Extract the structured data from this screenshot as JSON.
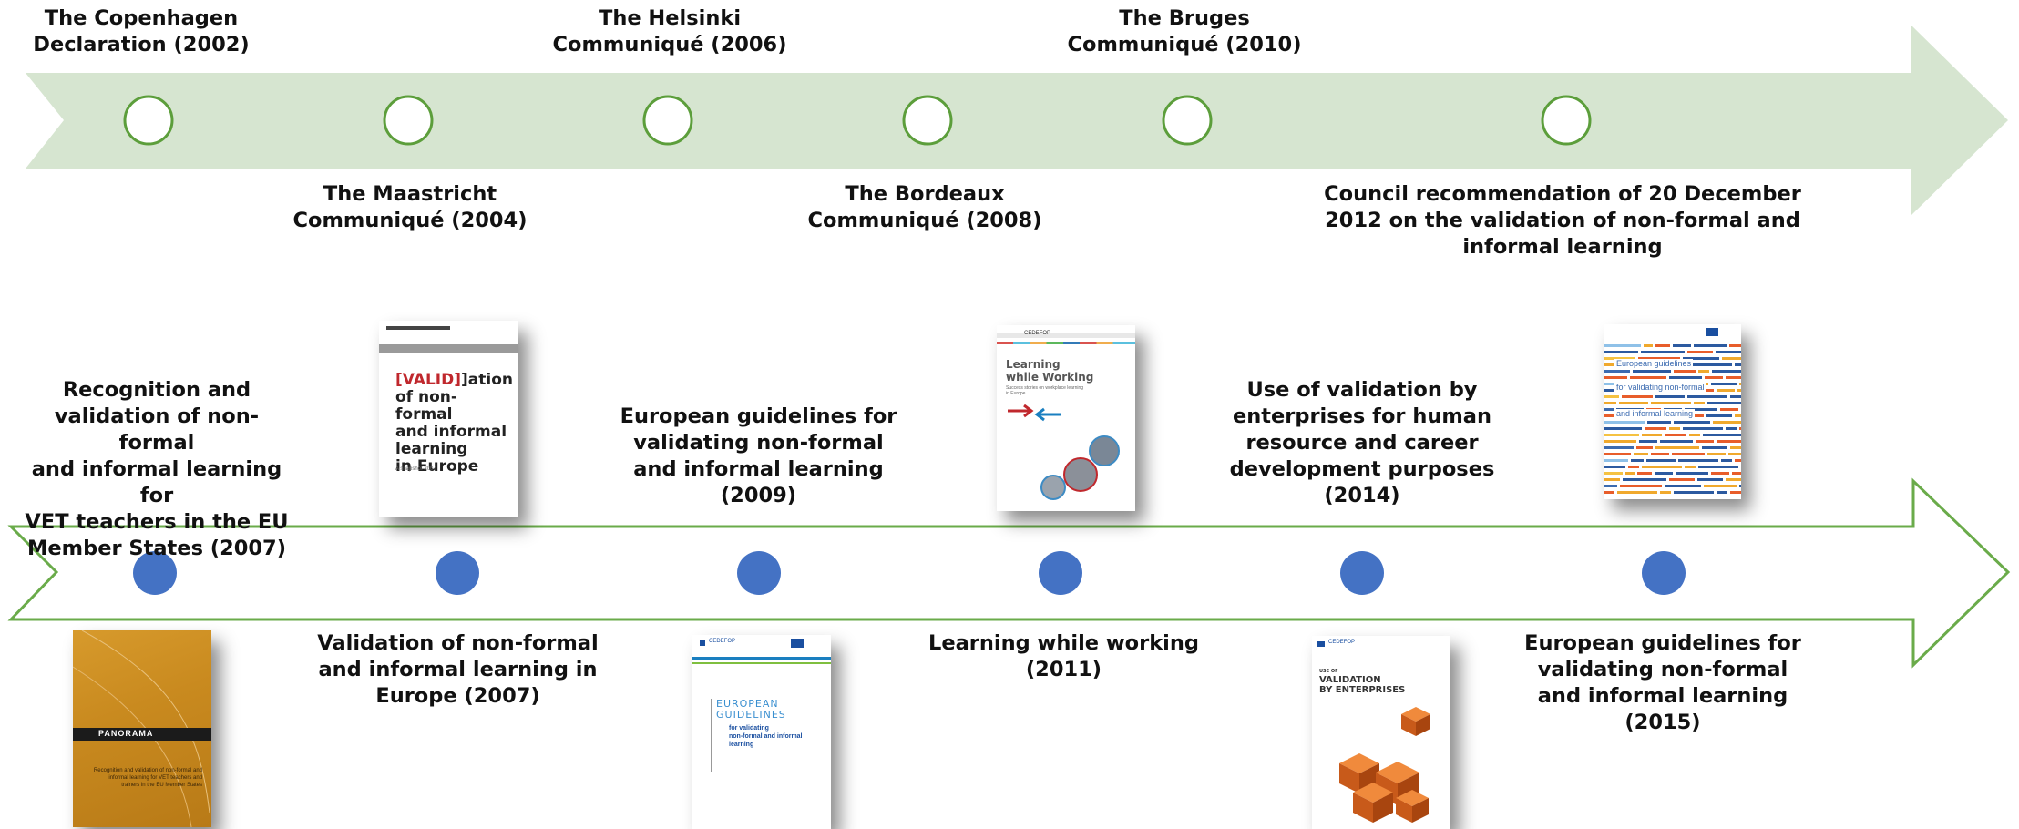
{
  "colors": {
    "upper_arrow_fill": "#d6e5d0",
    "upper_circle_stroke": "#5c9e3b",
    "lower_arrow_stroke": "#6aab4a",
    "lower_dot_fill": "#4472c4"
  },
  "upper_timeline": {
    "labels_above": [
      {
        "text": "The Copenhagen\nDeclaration (2002)"
      },
      {
        "text": "The Helsinki\nCommuniqué (2006)"
      },
      {
        "text": "The Bruges\nCommuniqué (2010)"
      }
    ],
    "labels_below": [
      {
        "text": "The Maastricht\nCommuniqué (2004)"
      },
      {
        "text": "The Bordeaux\nCommuniqué (2008)"
      },
      {
        "text": "Council recommendation of 20 December\n2012 on the validation of non-formal and\ninformal learning"
      }
    ]
  },
  "lower_timeline": {
    "labels_above": [
      {
        "text": "Recognition and\nvalidation of non-formal\nand informal learning for\nVET teachers in the EU\nMember States (2007)"
      },
      {
        "text": "European guidelines for\nvalidating non-formal\nand informal learning\n(2009)"
      },
      {
        "text": "Use of validation by\nenterprises for human\nresource and career\ndevelopment purposes\n(2014)"
      }
    ],
    "labels_below": [
      {
        "text": "Validation of non-formal\nand informal learning in\nEurope (2007)"
      },
      {
        "text": "Learning while working\n(2011)"
      },
      {
        "text": "European guidelines for\nvalidating non-formal\nand informal learning\n(2015)"
      }
    ]
  },
  "covers": {
    "panorama": {
      "title": "PANORAMA",
      "subtitle": "Recognition and validation of non-formal and informal learning for VET teachers and trainers in the EU Member States"
    },
    "valid": {
      "bracket": "VALID",
      "line1": "]ation",
      "line2": "of non-formal",
      "line3": "and informal",
      "line4": "learning",
      "line5": "in Europe",
      "small": "A snapshot 2007"
    },
    "guidelines2009": {
      "brand": "CEDEFOP",
      "line1": "EUROPEAN",
      "line2": "GUIDELINES",
      "line3": "for validating",
      "line4": "non-formal and informal",
      "line5": "learning"
    },
    "working": {
      "brand": "CEDEFOP",
      "line1": "Learning",
      "line2": "while Working",
      "sub": "Success stories on workplace learning in Europe"
    },
    "enterprises": {
      "brand": "CEDEFOP",
      "line1": "USE OF",
      "line2": "VALIDATION",
      "line3": "BY ENTERPRISES"
    },
    "guidelines2015": {
      "line1": "European guidelines",
      "line2": "for validating non-formal",
      "line3": "and informal learning"
    }
  }
}
